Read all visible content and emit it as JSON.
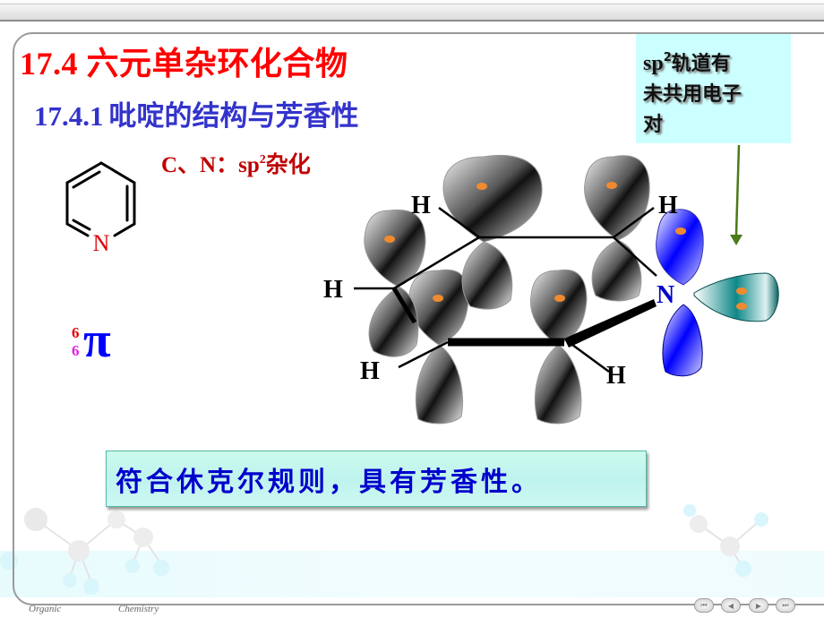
{
  "slide": {
    "title": "17.4  六元单杂环化合物",
    "subtitle_number": "17.4.1",
    "subtitle_text": "吡啶的结构与芳香性",
    "hybridization": {
      "prefix": "C、N：sp",
      "superscript": "2",
      "suffix": "杂化"
    },
    "pyridine_structure": {
      "heteroatom": "N"
    },
    "pi_system": {
      "superscript": "6",
      "subscript": "6",
      "symbol": "π"
    },
    "note_box": {
      "line1_prefix": "sp",
      "line1_superscript": "2",
      "line1_suffix": "轨道有",
      "line2": "未共用电子",
      "line3": "对"
    },
    "orbital_diagram": {
      "atom_labels": [
        "H",
        "H",
        "H",
        "H",
        "H",
        "N"
      ]
    },
    "conclusion": "符合休克尔规则，具有芳香性。",
    "colors": {
      "title": "#ff0000",
      "subtitle": "#3333cc",
      "hybridization": "#c00000",
      "note_bg": "#ccffff",
      "conclusion_text": "#0000cc",
      "arrow": "#4a7a1a"
    }
  },
  "footer": {
    "left_word": "Organic",
    "right_word": "Chemistry",
    "nav": {
      "first": "⏮",
      "prev": "◀",
      "next": "▶",
      "last": "⏭"
    }
  }
}
